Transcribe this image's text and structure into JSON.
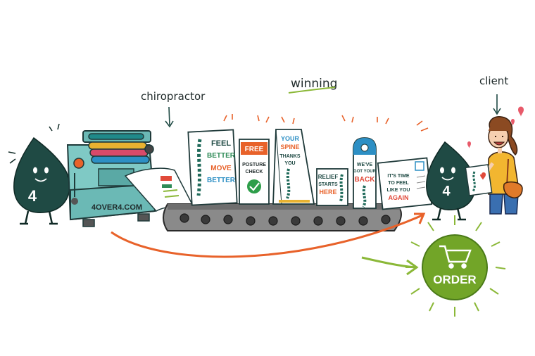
{
  "annotations": {
    "chiropractor": "chiropractor",
    "winning": "winning",
    "client": "client"
  },
  "mascot": {
    "label": "4"
  },
  "press": {
    "brand": "4OVER4.COM"
  },
  "products": {
    "poster_feel": {
      "line1": "FEEL",
      "line2": "BETTER",
      "line3": "MOVE",
      "line4": "BETTER"
    },
    "card_free": {
      "line1": "FREE",
      "line2": "POSTURE",
      "line3": "CHECK"
    },
    "tent_spine": {
      "line1": "YOUR",
      "line2": "SPINE",
      "line3": "THANKS",
      "line4": "YOU"
    },
    "sign_relief": {
      "line1": "RELIEF",
      "line2": "STARTS",
      "line3": "HERE"
    },
    "door_hanger": {
      "line1": "WE'VE",
      "line2": "GOT YOUR",
      "line3": "BACK"
    },
    "postcard": {
      "line1": "IT'S TIME",
      "line2": "TO FEEL",
      "line3": "LIKE YOU",
      "line4": "AGAIN"
    }
  },
  "order_button": {
    "label": "ORDER",
    "icon": "cart-icon"
  },
  "colors": {
    "teal": "#1f4a44",
    "green": "#2e8b57",
    "orange": "#e8622a",
    "lime": "#8bb838",
    "press": "#7fc9c5",
    "blue": "#2d8fc4",
    "red": "#e14a3a"
  }
}
